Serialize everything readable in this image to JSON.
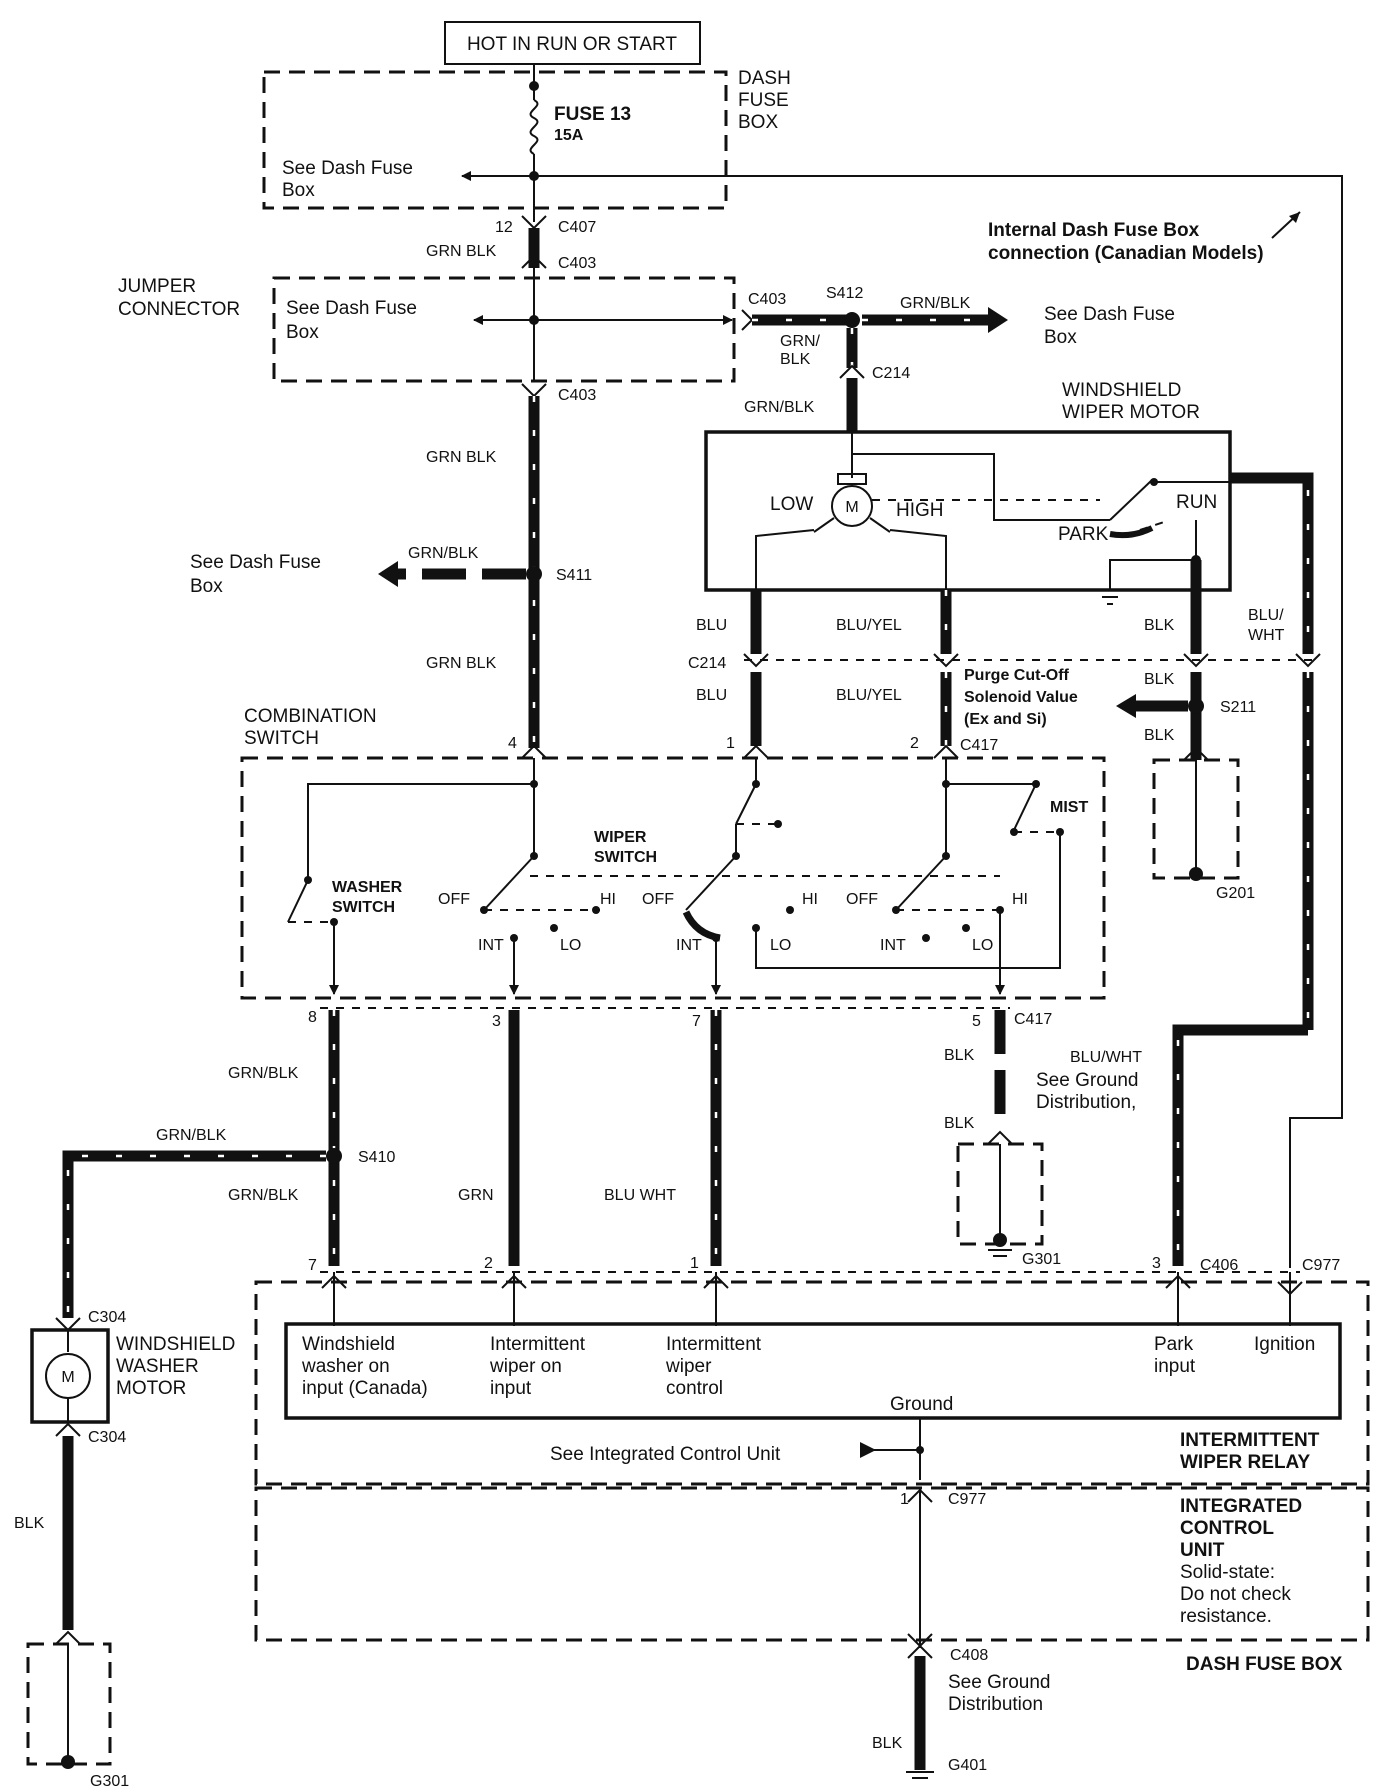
{
  "power": {
    "hot_label": "HOT IN RUN OR START",
    "fuse_name": "FUSE 13",
    "fuse_rating": "15A",
    "dash_fuse_box": [
      "DASH",
      "FUSE",
      "BOX"
    ],
    "see_dash_fuse_box": [
      "See Dash Fuse",
      "Box"
    ],
    "internal_connection": [
      "Internal Dash Fuse Box",
      "connection (Canadian Models)"
    ]
  },
  "connectors": {
    "c407": "C407",
    "c407_pin": "12",
    "c403": "C403",
    "c214": "C214",
    "c417": "C417",
    "c304": "C304",
    "c406": "C406",
    "c977": "C977",
    "c408": "C408"
  },
  "splices": {
    "s412": "S412",
    "s411": "S411",
    "s211": "S211",
    "s410": "S410"
  },
  "grounds": {
    "g201": "G201",
    "g301": "G301",
    "g401": "G401"
  },
  "wires": {
    "grn_blk": "GRN BLK",
    "grn_slash_blk": "GRN/BLK",
    "grn_slash_blk_stacked": [
      "GRN/",
      "BLK"
    ],
    "blu": "BLU",
    "blu_yel": "BLU/YEL",
    "blk": "BLK",
    "blu_wht_stacked": [
      "BLU/",
      "WHT"
    ],
    "blu_wht": "BLU/WHT",
    "grn": "GRN",
    "blu_wht_space": "BLU WHT"
  },
  "jumper": [
    "JUMPER",
    "CONNECTOR"
  ],
  "wiper_motor": {
    "title": [
      "WINDSHIELD",
      "WIPER MOTOR"
    ],
    "motor": "M",
    "low": "LOW",
    "high": "HIGH",
    "run": "RUN",
    "park": "PARK"
  },
  "purge": [
    "Purge Cut-Off",
    "Solenoid Value",
    "(Ex and Si)"
  ],
  "combination_switch": {
    "title": [
      "COMBINATION",
      "SWITCH"
    ],
    "washer_switch": [
      "WASHER",
      "SWITCH"
    ],
    "wiper_switch": [
      "WIPER",
      "SWITCH"
    ],
    "mist": "MIST",
    "off": "OFF",
    "hi": "HI",
    "int": "INT",
    "lo": "LO",
    "pins_top": [
      "4",
      "1",
      "2"
    ],
    "pins_bottom": [
      "8",
      "3",
      "7",
      "5"
    ]
  },
  "see_ground_distribution": [
    "See Ground",
    "Distribution,"
  ],
  "washer_motor": {
    "title": [
      "WINDSHIELD",
      "WASHER",
      "MOTOR"
    ],
    "motor": "M"
  },
  "relay": {
    "pins": [
      "7",
      "2",
      "1",
      "3"
    ],
    "inputs": [
      [
        "Windshield",
        "washer on",
        "input (Canada)"
      ],
      [
        "Intermittent",
        "wiper on",
        "input"
      ],
      [
        "Intermittent",
        "wiper",
        "control"
      ],
      [
        "Park",
        "input"
      ],
      [
        "Ignition"
      ]
    ],
    "ground": "Ground",
    "see_icu": "See Integrated Control Unit",
    "title": [
      "INTERMITTENT",
      "WIPER RELAY"
    ],
    "c977_pin": "1"
  },
  "icu": {
    "title": [
      "INTEGRATED",
      "CONTROL",
      "UNIT"
    ],
    "note": [
      "Solid-state:",
      "Do not check",
      "resistance."
    ]
  },
  "dash_fuse_box_bottom": "DASH FUSE BOX",
  "ground_distribution_bottom": [
    "See Ground",
    "Distribution"
  ]
}
